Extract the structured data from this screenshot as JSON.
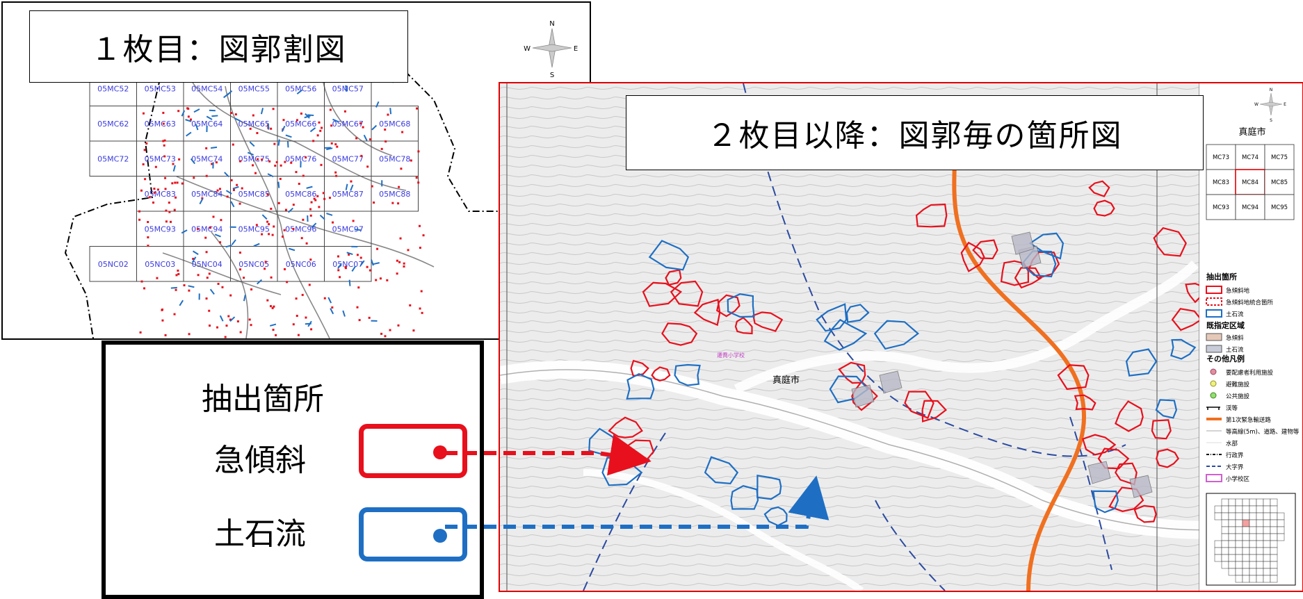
{
  "map1": {
    "title": "１枚目：図郭割図",
    "compass": {
      "n": "N",
      "s": "S",
      "e": "E",
      "w": "W"
    },
    "grid_cells": [
      "05MC52",
      "05MC53",
      "05MC54",
      "05MC55",
      "05MC56",
      "05MC57",
      "05MC62",
      "05MC63",
      "05MC64",
      "05MC65",
      "05MC66",
      "05MC67",
      "05MC68",
      "05MC72",
      "05MC73",
      "05MC74",
      "05MC75",
      "05MC76",
      "05MC77",
      "05MC78",
      "05MC83",
      "05MC84",
      "05MC85",
      "05MC86",
      "05MC87",
      "05MC88",
      "05MC93",
      "05MC94",
      "05MC95",
      "05MC96",
      "05MC97",
      "05NC02",
      "05NC03",
      "05NC04",
      "05NC05",
      "05NC06",
      "05NC07"
    ]
  },
  "map2": {
    "title": "２枚目以降：図郭毎の箇所図",
    "city_label": "真庭市",
    "school_label": "遷喬小学校",
    "compass": {
      "n": "N",
      "s": "S",
      "e": "E",
      "w": "W"
    },
    "panel": {
      "title": "真庭市",
      "index_cells": [
        "MC73",
        "MC74",
        "MC75",
        "MC83",
        "MC84",
        "MC85",
        "MC93",
        "MC94",
        "MC95"
      ],
      "extract_heading": "抽出箇所",
      "extract_items": [
        "急傾斜地",
        "急傾斜地統合箇所",
        "土石流"
      ],
      "designated_heading": "既指定区域",
      "designated_items": [
        "急傾斜",
        "土石流"
      ],
      "other_heading": "その他凡例",
      "other_items": [
        "要配慮者利用施設",
        "避難施設",
        "公共施設",
        "渓等",
        "第1次緊急輸送路",
        "等高線(5m)、道路、建物等",
        "水部",
        "行政界",
        "大字界",
        "小学校区"
      ]
    }
  },
  "legend": {
    "heading": "抽出箇所",
    "steep_label": "急傾斜",
    "debris_label": "土石流"
  },
  "colors": {
    "steep": "#e8101c",
    "debris": "#1e6fc4",
    "frame_red": "#e00000",
    "road_orange": "#f07020",
    "grid_text": "#3a3adf"
  }
}
